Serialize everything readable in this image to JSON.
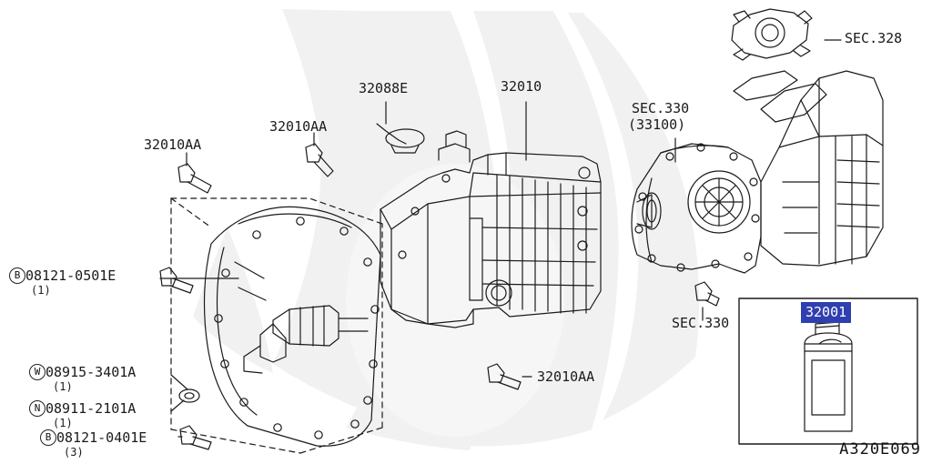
{
  "diagram": {
    "id_code": "A320E069",
    "title_watermark": "nissan-logo-watermark",
    "labels": [
      {
        "key": "l_32088E",
        "text": "32088E"
      },
      {
        "key": "l_32010",
        "text": "32010"
      },
      {
        "key": "l_sec330a",
        "text": "SEC.330"
      },
      {
        "key": "l_33100",
        "text": "(33100)"
      },
      {
        "key": "l_sec328",
        "text": "SEC.328"
      },
      {
        "key": "l_32010AA1",
        "text": "32010AA"
      },
      {
        "key": "l_32010AA2",
        "text": "32010AA"
      },
      {
        "key": "l_32010AA3",
        "text": "32010AA"
      },
      {
        "key": "l_sec330b",
        "text": "SEC.330"
      },
      {
        "key": "l_08121_0501E",
        "text": "08121-0501E"
      },
      {
        "key": "l_08121_0501E_qty",
        "text": "(1)"
      },
      {
        "key": "l_08915_3401A",
        "text": "08915-3401A"
      },
      {
        "key": "l_08915_3401A_qty",
        "text": "(1)"
      },
      {
        "key": "l_08911_2101A",
        "text": "08911-2101A"
      },
      {
        "key": "l_08911_2101A_qty",
        "text": "(1)"
      },
      {
        "key": "l_08121_0401E",
        "text": "08121-0401E"
      },
      {
        "key": "l_08121_0401E_qty",
        "text": "(3)"
      }
    ],
    "badges": [
      {
        "key": "b_B1",
        "text": "B"
      },
      {
        "key": "b_W",
        "text": "W"
      },
      {
        "key": "b_N",
        "text": "N"
      },
      {
        "key": "b_B2",
        "text": "B"
      }
    ],
    "highlight": {
      "part_number": "32001",
      "color_bg": "#2f3fb0",
      "color_fg": "#ffffff"
    },
    "colors": {
      "line": "#1a1a1a",
      "watermark": "#f2f2f2",
      "background": "#ffffff"
    }
  }
}
